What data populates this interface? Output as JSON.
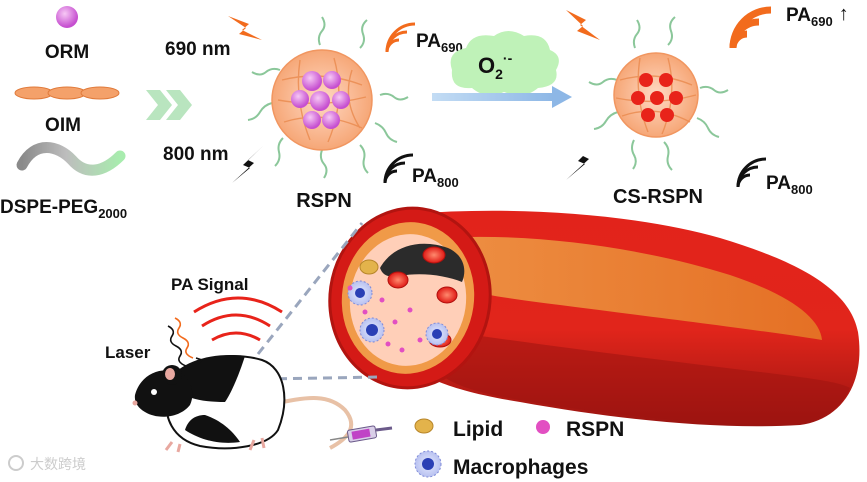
{
  "components": {
    "orm": "ORM",
    "oim": "OIM",
    "dspe_main": "DSPE-PEG",
    "dspe_sub": "2000"
  },
  "lasers": {
    "nm690": "690 nm",
    "nm800": "800 nm"
  },
  "particles": {
    "rspn": "RSPN",
    "cs_rspn": "CS-RSPN"
  },
  "pa": {
    "main": "PA",
    "sub690": "690",
    "sub800": "800",
    "up_arrow": "↑"
  },
  "oxidant": {
    "main": "O",
    "sub": "2",
    "sup": "·-"
  },
  "imaging": {
    "signal": "PA Signal",
    "laser": "Laser"
  },
  "legend": {
    "lipid": "Lipid",
    "rspn": "RSPN",
    "macrophages": "Macrophages"
  },
  "watermark": "大数跨境",
  "colors": {
    "orm_pink": "#d77ad8",
    "oim_orange": "#f4a16a",
    "peg_green": "#7fd48a",
    "arrow_green": "#b9e5bf",
    "laser_orange": "#f26b1d",
    "wave_orange": "#f26b1d",
    "vessel_red": "#d81e1a",
    "oxidant_green": "#bff2b8",
    "arrow_blue": "#9cc3ea",
    "macrophage_blue": "#2a3fb5"
  }
}
